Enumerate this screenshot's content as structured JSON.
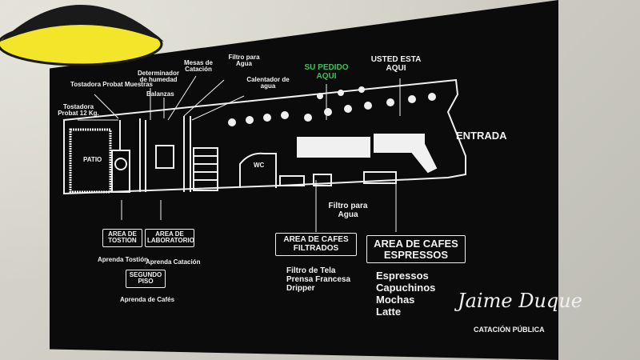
{
  "labels": {
    "tostadora_probat_muestras": "Tostadora Probat Muestras",
    "determinador_humedad": "Determinador de humedad",
    "balanzas": "Balanzas",
    "mesas_catacion": "Mesas de Catación",
    "filtro_agua_top": "Filtro para Agua",
    "calentador_agua": "Calentador de agua",
    "su_pedido": "SU PEDIDO AQUI",
    "usted_esta": "USTED ESTA AQUI",
    "tostadora_probat_12": "Tostadora Probat 12 Kg.",
    "patio": "PATIO",
    "wc": "WC",
    "entrada": "ENTRADA",
    "filtro_agua_bottom": "Filtro para Agua"
  },
  "areas": {
    "tostion": {
      "title": "AREA DE TOSTION",
      "items": [
        "Aprenda Tostión"
      ]
    },
    "laboratorio": {
      "title": "AREA DE LABORATORIO",
      "items": [
        "Aprenda Catación"
      ]
    },
    "segundo_piso": {
      "title": "SEGUNDO PISO",
      "items": [
        "Aprenda de Cafés"
      ]
    },
    "cafes_filtrados": {
      "title": "AREA DE CAFES FILTRADOS",
      "items": [
        "Filtro de Tela",
        "Prensa Francesa",
        "Dripper"
      ]
    },
    "cafes_espressos": {
      "title": "AREA DE CAFES ESPRESSOS",
      "items": [
        "Espressos",
        "Capuchinos",
        "Mochas",
        "Latte"
      ]
    }
  },
  "signature": {
    "name": "Jaime Duque",
    "subtitle": "CATACIÓN PÚBLICA"
  },
  "colors": {
    "board": "#0b0b0b",
    "line": "#f0f0f0",
    "accent_green": "#39c35a",
    "lamp_inner": "#f2e52a"
  }
}
